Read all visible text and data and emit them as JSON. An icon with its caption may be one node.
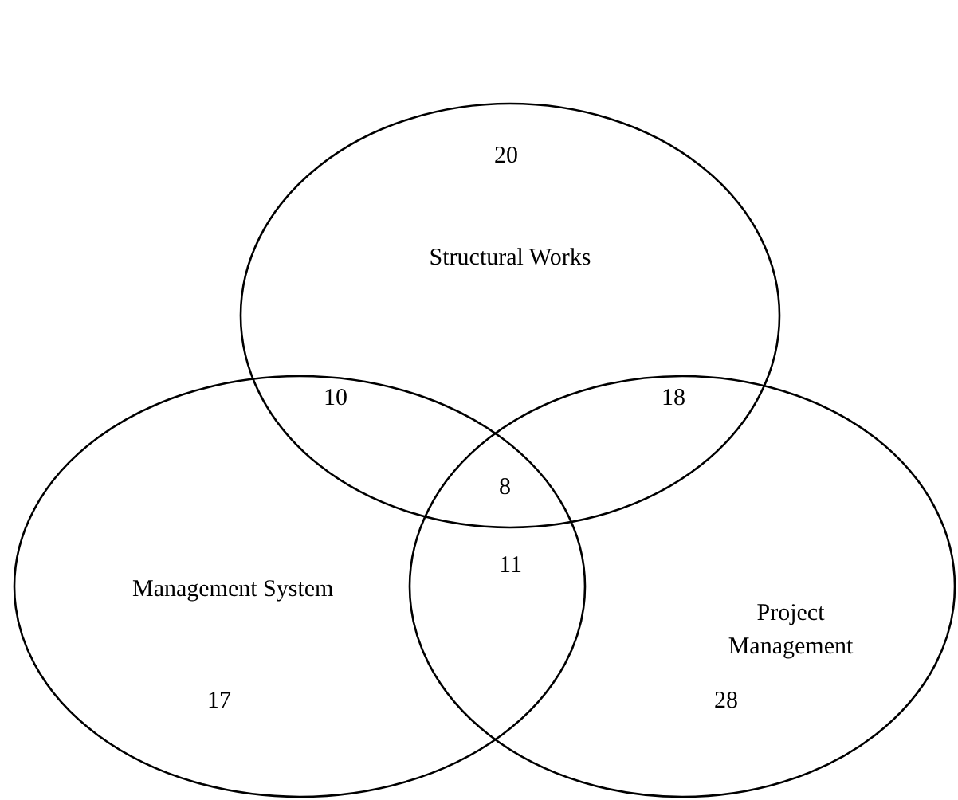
{
  "diagram": {
    "nodes": [
      {
        "text": [
          "Structural Works"
        ]
      },
      {
        "text": [
          "Management System"
        ]
      },
      {
        "text": [
          "Project Management"
        ]
      }
    ],
    "labels": [
      "20",
      "10",
      "18",
      "8",
      "11",
      "17",
      "28"
    ]
  }
}
